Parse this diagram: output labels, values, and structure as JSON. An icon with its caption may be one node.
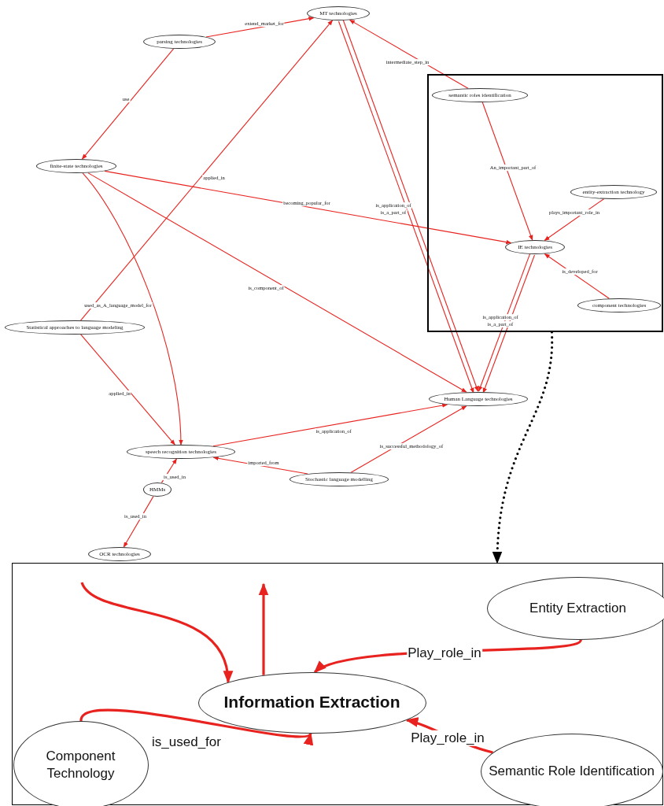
{
  "diagram": {
    "nodes": [
      {
        "text": [
          "MT technologies"
        ]
      },
      {
        "text": [
          "parsing technologies"
        ]
      },
      {
        "text": [],
        "shape": "box"
      },
      {
        "text": [
          "semantic roles identification"
        ],
        "in": 2
      },
      {
        "text": [
          "finite-state technologies"
        ]
      },
      {
        "text": [
          "entity-extraction technology"
        ],
        "in": 2
      },
      {
        "text": [
          "IE technologies"
        ],
        "in": 2
      },
      {
        "text": [
          "component technologies"
        ],
        "in": 2
      },
      {
        "text": [
          "Statistical approaches to language modeling"
        ]
      },
      {
        "text": [
          "Human Language technologies"
        ]
      },
      {
        "text": [
          "speech recognition technologies"
        ]
      },
      {
        "text": [
          "Stochastic language modelling"
        ]
      },
      {
        "text": [
          "HMMs"
        ]
      },
      {
        "text": [
          "OCR technologies"
        ]
      },
      {
        "text": [],
        "shape": "box"
      },
      {
        "text": [
          "Entity Extraction"
        ],
        "in": 14
      },
      {
        "text": [
          "Information Extraction"
        ],
        "in": 14
      },
      {
        "text": [
          "Component Technology"
        ],
        "in": 14
      },
      {
        "text": [
          "Semantic Role Identification"
        ],
        "in": 14
      }
    ],
    "edges": [
      {
        "from": 1,
        "to": 0,
        "arrow": "to",
        "label": "extend_market_for"
      },
      {
        "from": 1,
        "to": 4,
        "arrow": "to",
        "label": "use"
      },
      {
        "from": 8,
        "to": 0,
        "arrow": "to",
        "label": "applied_in"
      },
      {
        "from": 3,
        "to": 0,
        "arrow": "to",
        "label": "intermediate_step_in"
      },
      {
        "from": 0,
        "to": 9,
        "arrow": "to",
        "label": "is_application_of"
      },
      {
        "from": 0,
        "to": 9,
        "arrow": "to",
        "label": "is_a_part_of"
      },
      {
        "from": 4,
        "to": 6,
        "arrow": "to",
        "label": "becoming_popular_for"
      },
      {
        "from": 4,
        "to": 9,
        "arrow": "to",
        "label": "is_component_of"
      },
      {
        "from": 4,
        "to": 10,
        "arrow": "to",
        "label": "used_as_A_language_model_for"
      },
      {
        "from": 3,
        "to": 6,
        "arrow": "to",
        "label": "An_important_part_of"
      },
      {
        "from": 5,
        "to": 6,
        "arrow": "to",
        "label": "plays_important_role_in"
      },
      {
        "from": 7,
        "to": 6,
        "arrow": "to",
        "label": "is_developed_for"
      },
      {
        "from": 6,
        "to": 9,
        "arrow": "to",
        "label": "is_application_of"
      },
      {
        "from": 6,
        "to": 9,
        "arrow": "to",
        "label": "is_a_part_of"
      },
      {
        "from": 8,
        "to": 10,
        "arrow": "to",
        "label": "applied_in"
      },
      {
        "from": 10,
        "to": 9,
        "arrow": "to",
        "label": "is_application_of"
      },
      {
        "from": 11,
        "to": 10,
        "arrow": "to",
        "label": "imported_from"
      },
      {
        "from": 11,
        "to": 9,
        "arrow": "to",
        "label": "is_successful_methodology_of"
      },
      {
        "from": 12,
        "to": 10,
        "arrow": "to",
        "label": "is_used_in"
      },
      {
        "from": 12,
        "to": 13,
        "arrow": "to",
        "label": "is_used_in"
      },
      {
        "from": 2,
        "to": 14,
        "arrow": "to",
        "style": "dashed",
        "color": "#000000"
      },
      {
        "from": null,
        "to": 16,
        "arrow": "to",
        "style": "thick"
      },
      {
        "from": 16,
        "to": null,
        "arrow": "to",
        "style": "thick"
      },
      {
        "from": 15,
        "to": 16,
        "arrow": "to",
        "label": "Play_role_in",
        "style": "thick"
      },
      {
        "from": 17,
        "to": 16,
        "arrow": "to",
        "label": "is_used_for",
        "style": "thick"
      },
      {
        "from": 18,
        "to": 16,
        "arrow": "to",
        "label": "Play_role_in",
        "style": "thick"
      }
    ]
  }
}
